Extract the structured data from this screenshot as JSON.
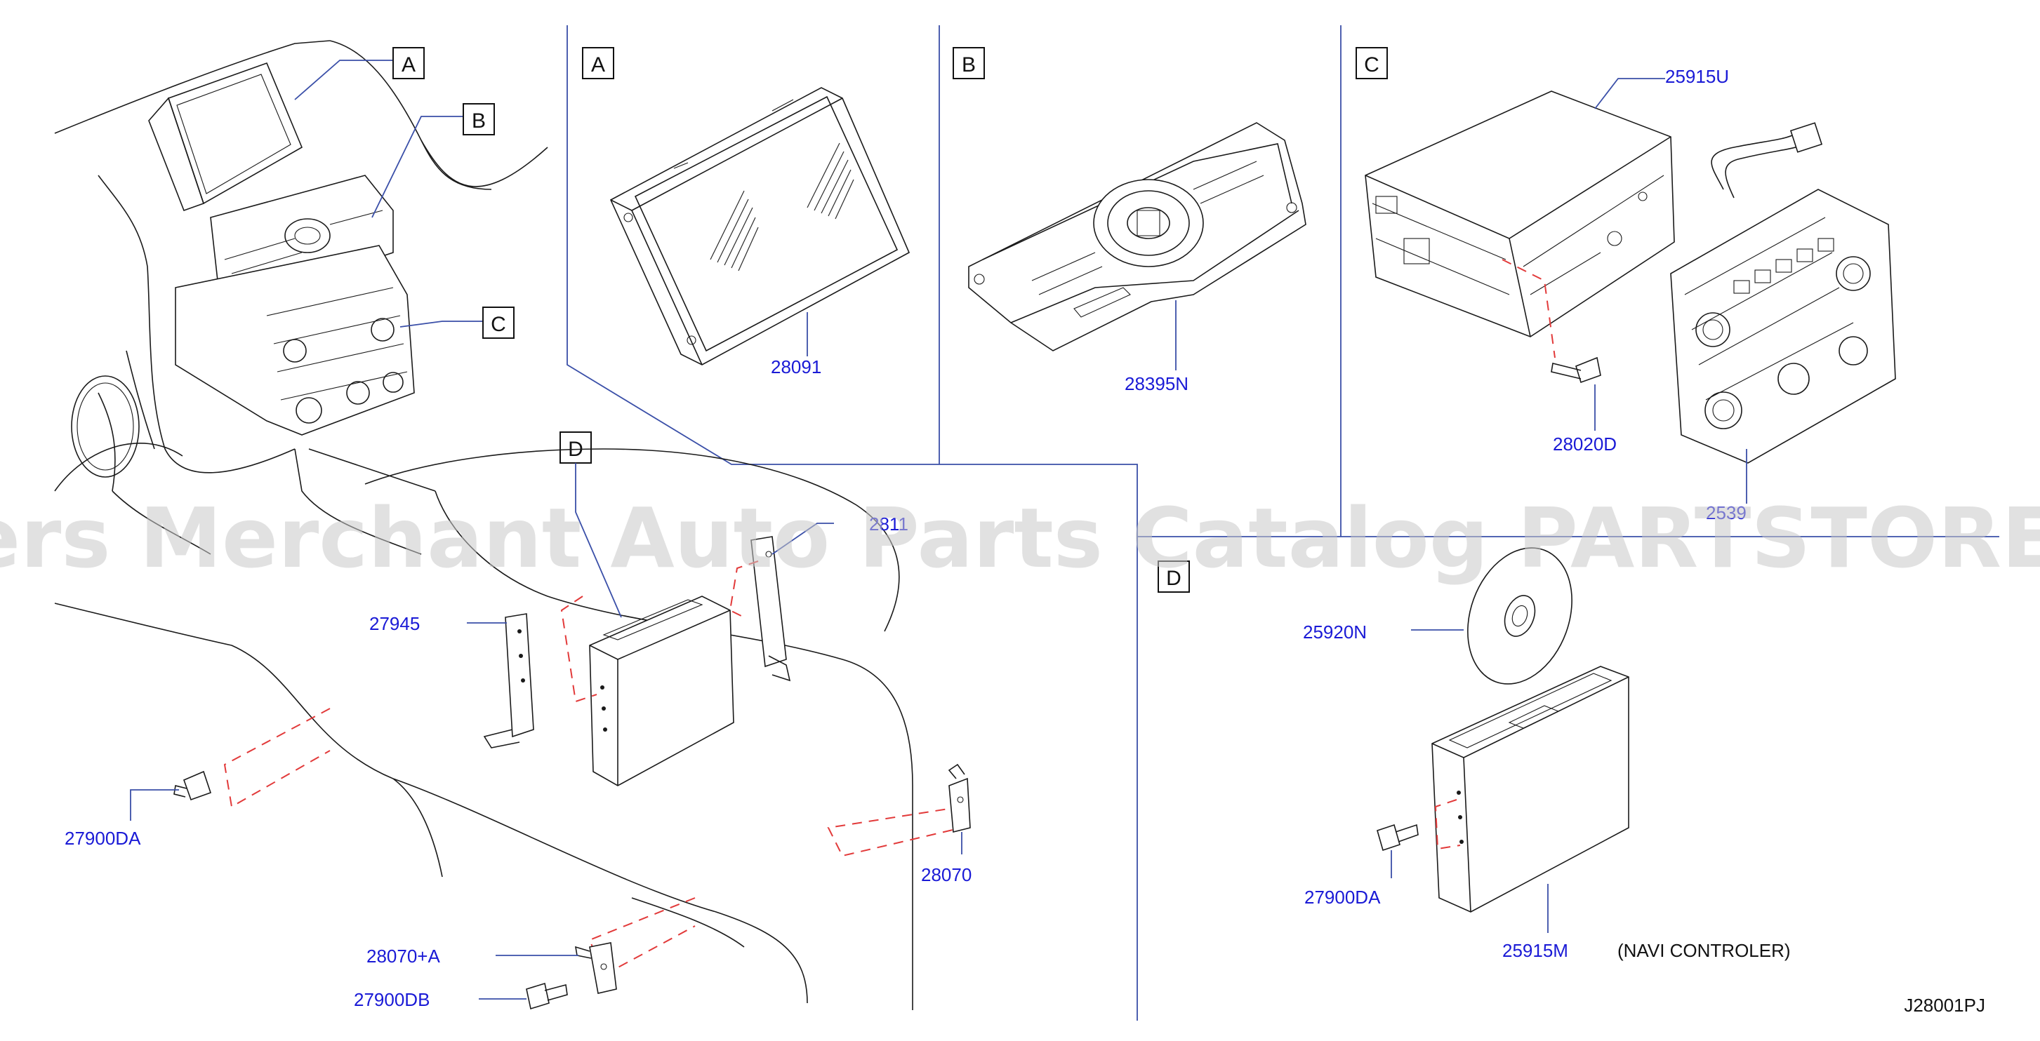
{
  "watermark": "Offers Merchant Auto Parts Catalog PARTSTORE.SA",
  "drawing_code": "J28001PJ",
  "colors": {
    "part_number": "#1a1ad6",
    "leader": "#3a4fa8",
    "hidden_line": "#e23a3a",
    "line": "#1a1a1a"
  },
  "view_labels": {
    "overview_a": "A",
    "overview_b": "B",
    "overview_c": "C",
    "overview_d": "D",
    "panel_a": "A",
    "panel_b": "B",
    "panel_c": "C",
    "panel_d": "D"
  },
  "parts": {
    "display": "28091",
    "finisher": "28395N",
    "audio_unit": "25915U",
    "screw_c": "28020D",
    "controller_panel": "2539",
    "bracket_right": "2811",
    "bracket_left": "27945",
    "clip_left": "27900DA",
    "bracket_rear": "28070",
    "bracket_bottom": "28070+A",
    "screw_bottom": "27900DB",
    "disc": "25920N",
    "screw_d": "27900DA",
    "navi_unit": "25915M",
    "navi_note": "(NAVI   CONTROLER)"
  }
}
